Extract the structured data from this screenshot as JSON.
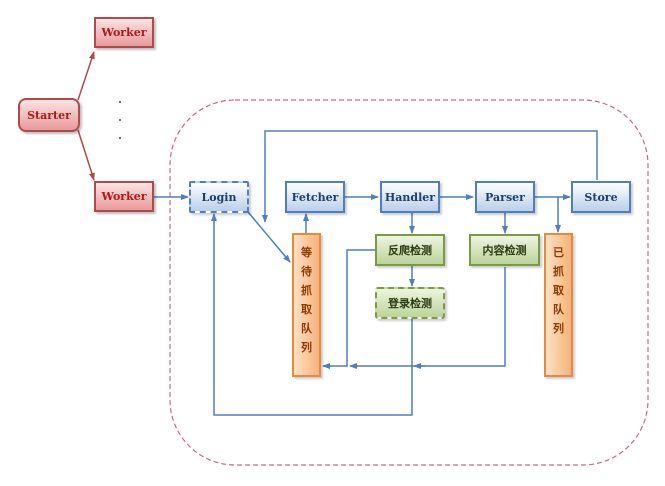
{
  "diagram": {
    "starter": {
      "label": "Starter"
    },
    "workers": [
      {
        "label": "Worker"
      },
      {
        "label": "Worker"
      }
    ],
    "ellipsis": "...",
    "pipeline": {
      "login": {
        "label": "Login"
      },
      "fetcher": {
        "label": "Fetcher"
      },
      "handler": {
        "label": "Handler"
      },
      "parser": {
        "label": "Parser"
      },
      "store": {
        "label": "Store"
      }
    },
    "checks": {
      "anti_crawl": {
        "label": "反爬检测"
      },
      "login_check": {
        "label": "登录检测"
      },
      "content_check": {
        "label": "内容检测"
      }
    },
    "queues": {
      "pending": {
        "chars": [
          "等",
          "待",
          "抓",
          "取",
          "队",
          "列"
        ]
      },
      "fetched": {
        "chars": [
          "已",
          "抓",
          "取",
          "队",
          "列"
        ]
      }
    },
    "colors": {
      "worker_red": "#b14a4a",
      "flow_blue": "#4f7fc0",
      "check_green": "#7a9a46",
      "queue_orange": "#e58a3e",
      "boundary_dashed": "#d0677f"
    },
    "edges": [
      {
        "from": "Starter",
        "to": "Worker (top)"
      },
      {
        "from": "Starter",
        "to": "Worker (bottom)"
      },
      {
        "from": "Worker (bottom)",
        "to": "Login"
      },
      {
        "from": "Login",
        "to": "等待抓取队列"
      },
      {
        "from": "等待抓取队列",
        "to": "Fetcher"
      },
      {
        "from": "Fetcher",
        "to": "Handler"
      },
      {
        "from": "Handler",
        "to": "Parser"
      },
      {
        "from": "Parser",
        "to": "Store"
      },
      {
        "from": "Parser",
        "to": "已抓取队列"
      },
      {
        "from": "Handler",
        "to": "反爬检测"
      },
      {
        "from": "反爬检测",
        "to": "登录检测"
      },
      {
        "from": "Parser",
        "to": "内容检测"
      },
      {
        "from": "反爬检测",
        "to": "等待抓取队列"
      },
      {
        "from": "内容检测",
        "to": "等待抓取队列"
      },
      {
        "from": "登录检测",
        "to": "Login"
      },
      {
        "from": "Store",
        "to": "等待抓取队列"
      }
    ]
  }
}
